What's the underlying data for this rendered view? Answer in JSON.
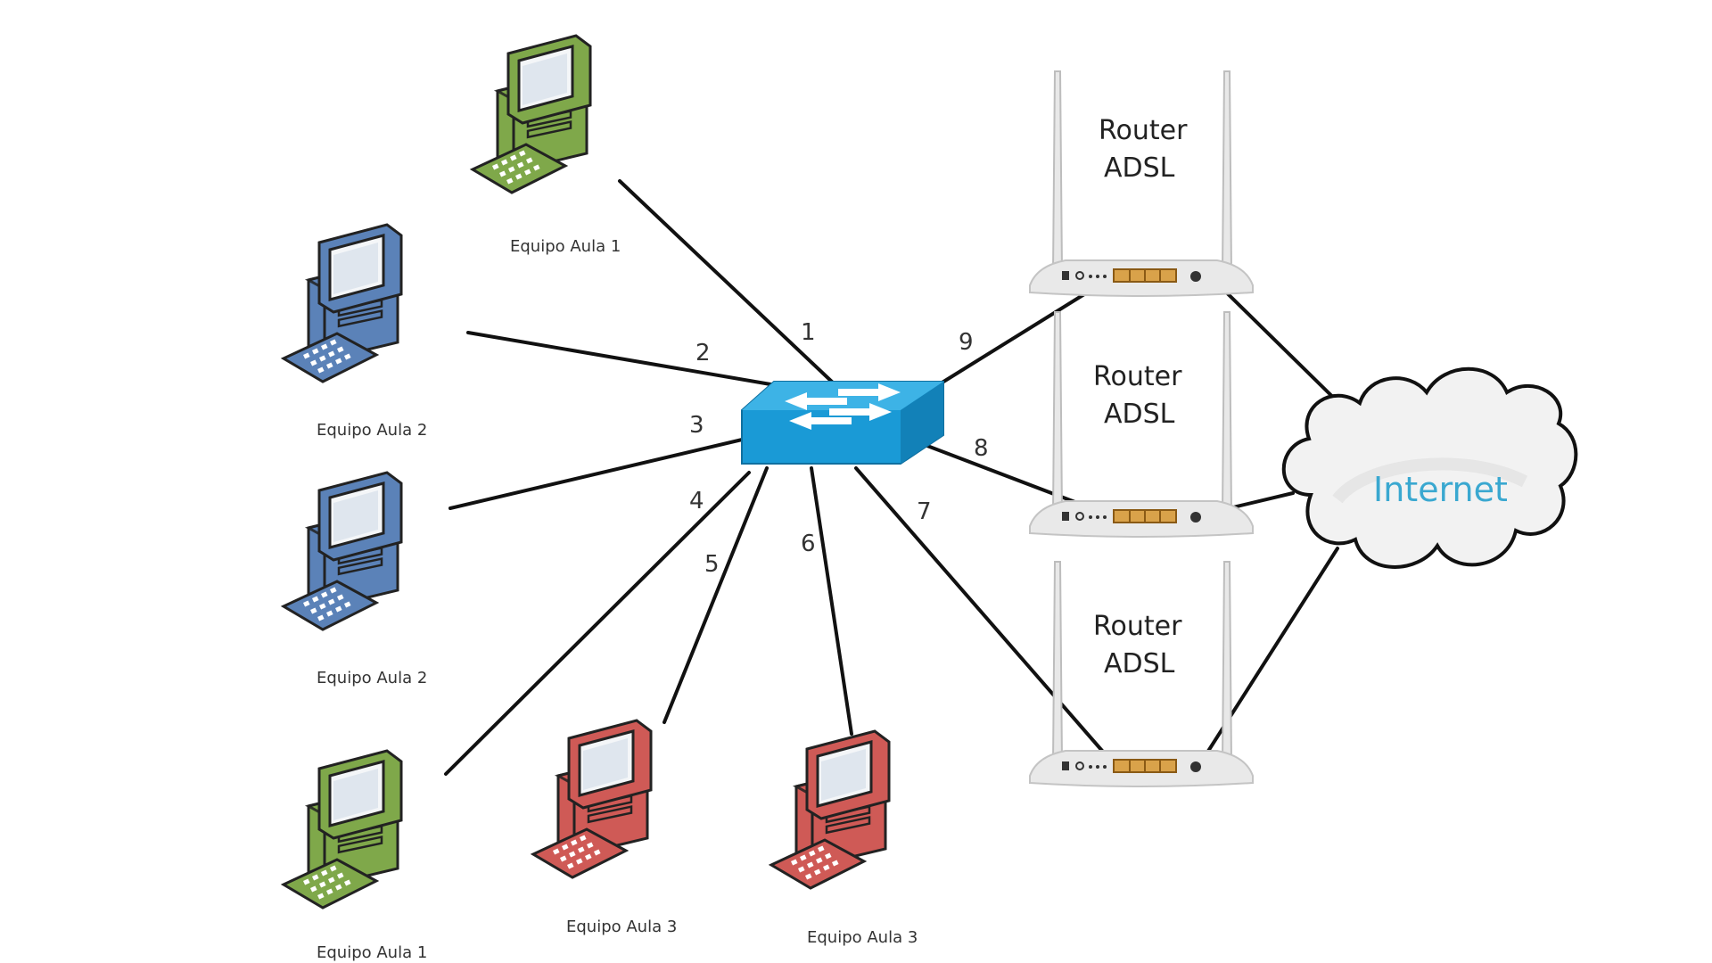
{
  "colors": {
    "green": "#7fa84a",
    "blue": "#5b82b8",
    "red": "#cf5a56",
    "switch": "#1a9ad6",
    "internet_text": "#3aa8d0"
  },
  "switch": {
    "icon": "network-switch-icon"
  },
  "computers": [
    {
      "label": "Equipo Aula 1",
      "color": "green",
      "port": "1"
    },
    {
      "label": "Equipo Aula 2",
      "color": "blue",
      "port": "2"
    },
    {
      "label": "Equipo Aula 2",
      "color": "blue",
      "port": "3"
    },
    {
      "label": "Equipo Aula 1",
      "color": "green",
      "port": "4"
    },
    {
      "label": "Equipo Aula 3",
      "color": "red",
      "port": "5"
    },
    {
      "label": "Equipo Aula 3",
      "color": "red",
      "port": "6"
    }
  ],
  "routers": [
    {
      "line1": "Router",
      "line2": "ADSL",
      "port": "9"
    },
    {
      "line1": "Router",
      "line2": "ADSL",
      "port": "8"
    },
    {
      "line1": "Router",
      "line2": "ADSL",
      "port": "7"
    }
  ],
  "cloud": {
    "label": "Internet",
    "icon": "cloud-icon"
  }
}
